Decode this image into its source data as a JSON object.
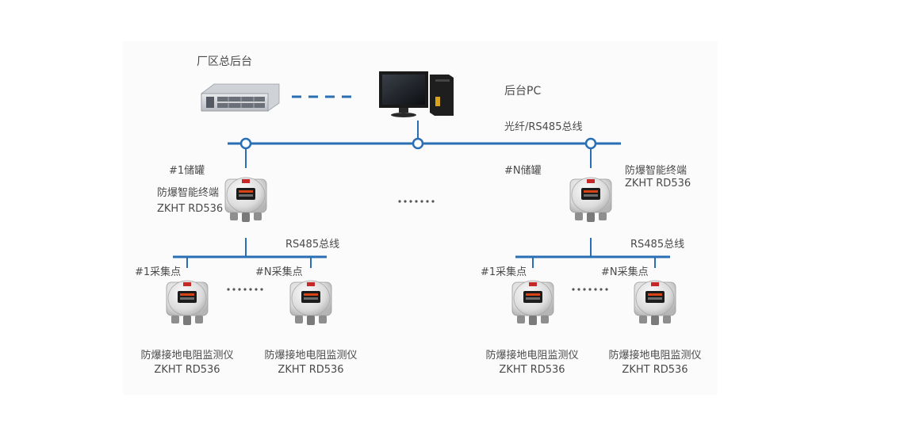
{
  "colors": {
    "bus": "#2a6fb3",
    "dash": "#2a6fb3",
    "text": "#4a4a4a",
    "dots": "#555555"
  },
  "labels": {
    "factory_backend": "厂区总后台",
    "backend_pc": "后台PC",
    "main_bus": "光纤/RS485总线",
    "tank_1": "#1储罐",
    "tank_n": "#N储罐",
    "terminal_name": "防爆智能终端",
    "terminal_model": "ZKHT RD536",
    "rs485_bus": "RS485总线",
    "point_1": "#1采集点",
    "point_n": "#N采集点",
    "monitor_name": "防爆接地电阻监测仪",
    "monitor_model": "ZKHT RD536"
  },
  "icons": [
    "server-icon",
    "pc-icon",
    "terminal-device-icon",
    "monitor-device-icon"
  ]
}
